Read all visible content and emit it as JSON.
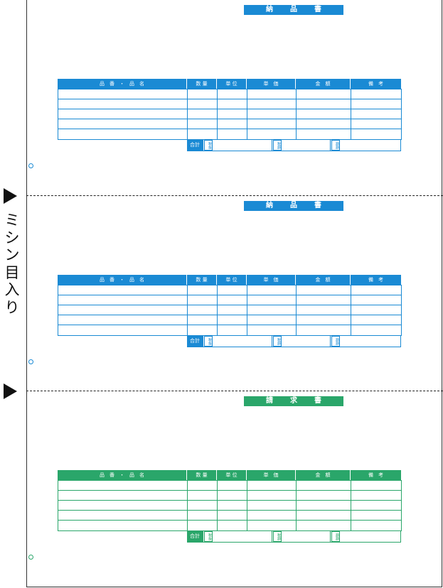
{
  "side_label": "ミシン目入り",
  "colors": {
    "blue": "#1a8ad4",
    "green": "#2aa66a"
  },
  "columns": [
    "品　番　・　品　名",
    "数 量",
    "単 位",
    "単　価",
    "金　額",
    "備　考"
  ],
  "totals": {
    "sum_label": "合計",
    "tax_excl": "税抜",
    "tax": "税額",
    "tax_amount": "額額"
  },
  "sections": [
    {
      "title": "納品書",
      "theme": "blue"
    },
    {
      "title": "納品書",
      "theme": "blue"
    },
    {
      "title": "請求書",
      "theme": "green"
    }
  ]
}
